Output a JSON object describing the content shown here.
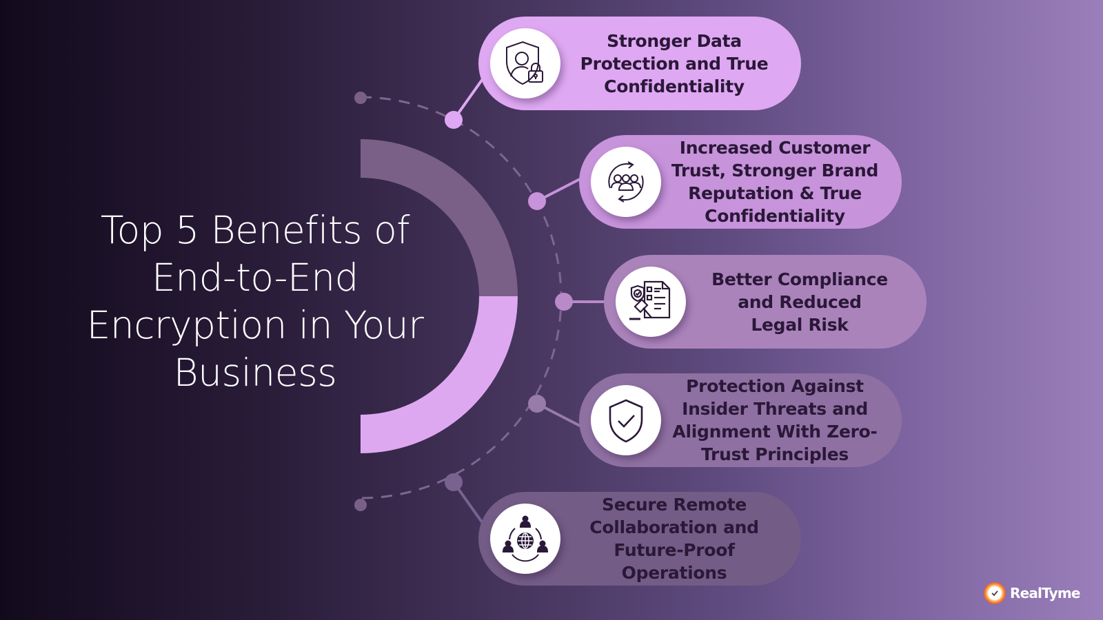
{
  "title": {
    "lines": [
      "Top 5 Benefits of",
      "End-to-End",
      "Encryption in Your",
      "Business"
    ]
  },
  "colors": {
    "bg_left": "#120a1c",
    "bg_right": "#9a7fba",
    "arc_top": "#7a6087",
    "arc_bottom": "#dea8f0",
    "dashed_line": "#7f6690",
    "text_dark": "#2a1838",
    "icon_stroke": "#2a1838"
  },
  "benefits": [
    {
      "number": 1,
      "icon": "shield-user-lock-icon",
      "lines": [
        "Stronger Data",
        "Protection and True",
        "Confidentiality"
      ],
      "pill_color": "#dfa8f2",
      "node_color": "#dfa8f2"
    },
    {
      "number": 2,
      "icon": "people-cycle-icon",
      "lines": [
        "Increased Customer",
        "Trust, Stronger Brand",
        "Reputation & True",
        "Confidentiality"
      ],
      "pill_color": "#c793db",
      "node_color": "#c793db"
    },
    {
      "number": 3,
      "icon": "compliance-gavel-document-icon",
      "lines": [
        "Better Compliance",
        "and Reduced",
        "Legal Risk"
      ],
      "pill_color": "#ab83bb",
      "node_color": "#b88ac8"
    },
    {
      "number": 4,
      "icon": "shield-check-icon",
      "lines": [
        "Protection Against",
        "Insider Threats and",
        "Alignment With Zero-",
        "Trust Principles"
      ],
      "pill_color": "#8f70a2",
      "node_color": "#977ba8"
    },
    {
      "number": 5,
      "icon": "global-team-icon",
      "lines": [
        "Secure Remote",
        "Collaboration and",
        "Future-Proof",
        "Operations"
      ],
      "pill_color": "#735c86",
      "node_color": "#7a6290"
    }
  ],
  "logo": {
    "name": "RealTyme"
  }
}
